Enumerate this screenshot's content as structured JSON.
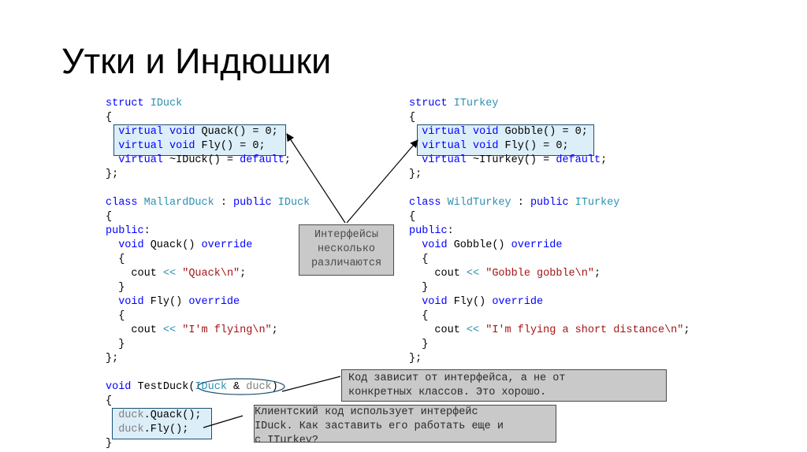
{
  "slide": {
    "title": "Утки и Индюшки"
  },
  "left_code": [
    [
      [
        "struct ",
        "kw"
      ],
      [
        "IDuck",
        "ty"
      ]
    ],
    [
      [
        "{",
        ""
      ]
    ],
    [
      [
        "  ",
        ""
      ],
      [
        "virtual",
        "kw"
      ],
      [
        " ",
        ""
      ],
      [
        "void",
        "kw"
      ],
      [
        " Quack() = 0;",
        ""
      ]
    ],
    [
      [
        "  ",
        ""
      ],
      [
        "virtual",
        "kw"
      ],
      [
        " ",
        ""
      ],
      [
        "void",
        "kw"
      ],
      [
        " Fly() = 0;",
        ""
      ]
    ],
    [
      [
        "  ",
        ""
      ],
      [
        "virtual",
        "kw"
      ],
      [
        " ~IDuck() = ",
        ""
      ],
      [
        "default",
        "kw"
      ],
      [
        ";",
        ""
      ]
    ],
    [
      [
        "};",
        ""
      ]
    ],
    [
      [
        "",
        ""
      ]
    ],
    [
      [
        "class ",
        "kw"
      ],
      [
        "MallardDuck",
        "ty"
      ],
      [
        " : ",
        ""
      ],
      [
        "public",
        "kw"
      ],
      [
        " ",
        ""
      ],
      [
        "IDuck",
        "ty"
      ]
    ],
    [
      [
        "{",
        ""
      ]
    ],
    [
      [
        "public",
        "kw"
      ],
      [
        ":",
        ""
      ]
    ],
    [
      [
        "  ",
        ""
      ],
      [
        "void",
        "kw"
      ],
      [
        " Quack() ",
        ""
      ],
      [
        "override",
        "kw"
      ]
    ],
    [
      [
        "  {",
        ""
      ]
    ],
    [
      [
        "    cout ",
        ""
      ],
      [
        "<<",
        "ty"
      ],
      [
        " ",
        ""
      ],
      [
        "\"Quack\\n\"",
        "st"
      ],
      [
        ";",
        ""
      ]
    ],
    [
      [
        "  }",
        ""
      ]
    ],
    [
      [
        "  ",
        ""
      ],
      [
        "void",
        "kw"
      ],
      [
        " Fly() ",
        ""
      ],
      [
        "override",
        "kw"
      ]
    ],
    [
      [
        "  {",
        ""
      ]
    ],
    [
      [
        "    cout ",
        ""
      ],
      [
        "<<",
        "ty"
      ],
      [
        " ",
        ""
      ],
      [
        "\"I'm flying\\n\"",
        "st"
      ],
      [
        ";",
        ""
      ]
    ],
    [
      [
        "  }",
        ""
      ]
    ],
    [
      [
        "};",
        ""
      ]
    ],
    [
      [
        "",
        ""
      ]
    ],
    [
      [
        "void",
        "kw"
      ],
      [
        " TestDuck(",
        ""
      ],
      [
        "IDuck",
        "ty"
      ],
      [
        " & ",
        ""
      ],
      [
        "duck",
        "id"
      ],
      [
        ")",
        ""
      ]
    ],
    [
      [
        "{",
        ""
      ]
    ],
    [
      [
        "  ",
        ""
      ],
      [
        "duck",
        "id"
      ],
      [
        ".Quack();",
        ""
      ]
    ],
    [
      [
        "  ",
        ""
      ],
      [
        "duck",
        "id"
      ],
      [
        ".Fly();",
        ""
      ]
    ],
    [
      [
        "}",
        ""
      ]
    ]
  ],
  "right_code": [
    [
      [
        "struct ",
        "kw"
      ],
      [
        "ITurkey",
        "ty"
      ]
    ],
    [
      [
        "{",
        ""
      ]
    ],
    [
      [
        "  ",
        ""
      ],
      [
        "virtual",
        "kw"
      ],
      [
        " ",
        ""
      ],
      [
        "void",
        "kw"
      ],
      [
        " Gobble() = 0;",
        ""
      ]
    ],
    [
      [
        "  ",
        ""
      ],
      [
        "virtual",
        "kw"
      ],
      [
        " ",
        ""
      ],
      [
        "void",
        "kw"
      ],
      [
        " Fly() = 0;",
        ""
      ]
    ],
    [
      [
        "  ",
        ""
      ],
      [
        "virtual",
        "kw"
      ],
      [
        " ~ITurkey() = ",
        ""
      ],
      [
        "default",
        "kw"
      ],
      [
        ";",
        ""
      ]
    ],
    [
      [
        "};",
        ""
      ]
    ],
    [
      [
        "",
        ""
      ]
    ],
    [
      [
        "class ",
        "kw"
      ],
      [
        "WildTurkey",
        "ty"
      ],
      [
        " : ",
        ""
      ],
      [
        "public",
        "kw"
      ],
      [
        " ",
        ""
      ],
      [
        "ITurkey",
        "ty"
      ]
    ],
    [
      [
        "{",
        ""
      ]
    ],
    [
      [
        "public",
        "kw"
      ],
      [
        ":",
        ""
      ]
    ],
    [
      [
        "  ",
        ""
      ],
      [
        "void",
        "kw"
      ],
      [
        " Gobble() ",
        ""
      ],
      [
        "override",
        "kw"
      ]
    ],
    [
      [
        "  {",
        ""
      ]
    ],
    [
      [
        "    cout ",
        ""
      ],
      [
        "<<",
        "ty"
      ],
      [
        " ",
        ""
      ],
      [
        "\"Gobble gobble\\n\"",
        "st"
      ],
      [
        ";",
        ""
      ]
    ],
    [
      [
        "  }",
        ""
      ]
    ],
    [
      [
        "  ",
        ""
      ],
      [
        "void",
        "kw"
      ],
      [
        " Fly() ",
        ""
      ],
      [
        "override",
        "kw"
      ]
    ],
    [
      [
        "  {",
        ""
      ]
    ],
    [
      [
        "    cout ",
        ""
      ],
      [
        "<<",
        "ty"
      ],
      [
        " ",
        ""
      ],
      [
        "\"I'm flying a short distance\\n\"",
        "st"
      ],
      [
        ";",
        ""
      ]
    ],
    [
      [
        "  }",
        ""
      ]
    ],
    [
      [
        "};",
        ""
      ]
    ]
  ],
  "callouts": {
    "interfaces_differ": [
      "Интерфейсы",
      "несколько",
      "различаются"
    ],
    "depends_on_interface": [
      "Код зависит от интерфейса, а не от",
      "конкретных классов. Это хорошо."
    ],
    "client_code": [
      "Клиентский код использует интерфейс",
      "IDuck. Как заставить его работать еще и",
      "с ITurkey?"
    ]
  },
  "colors": {
    "keyword": "#0000ff",
    "type": "#2b91af",
    "string": "#a31515",
    "identifier": "#808080",
    "highlight_fill": "#dceef8",
    "callout_fill": "#c9c9c9"
  }
}
